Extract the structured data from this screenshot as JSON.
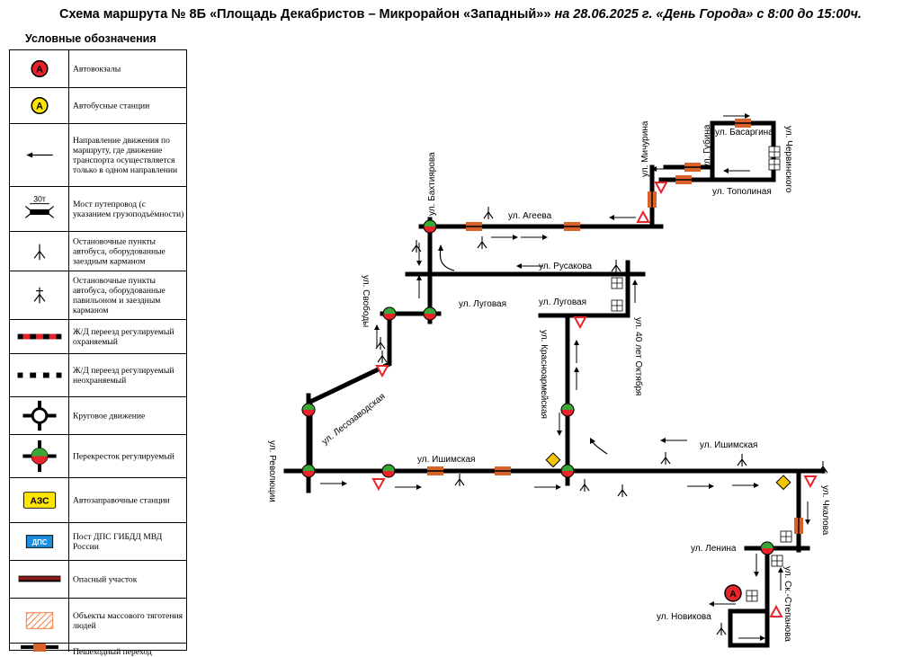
{
  "header": {
    "title_bold": "Схема маршрута № 8Б «Площадь Декабристов – Микрорайон «Западный»»",
    "title_italic": "на 28.06.2025 г. «День Города» с 8:00 до 15:00ч."
  },
  "legend": {
    "heading": "Условные обозначения",
    "items": [
      {
        "key": "bus-terminal",
        "text": "Автовокзалы",
        "glyph": "А",
        "color": "#e8242b"
      },
      {
        "key": "bus-station",
        "text": "Автобусные станции",
        "glyph": "А",
        "color": "#ffe600"
      },
      {
        "key": "one-way",
        "text": "Направление движения по маршруту, где движение транспорта осуществляется только в одном направлении"
      },
      {
        "key": "bridge",
        "text": "Мост путепровод (с указанием грузоподъёмности)",
        "glyph": "30т"
      },
      {
        "key": "stop-pocket",
        "text": "Остановочные пункты автобуса, оборудованные заездным карманом"
      },
      {
        "key": "stop-pavilion",
        "text": "Остановочные пункты автобуса, оборудованные павильоном и заездным карманом"
      },
      {
        "key": "rail-guarded",
        "text": "Ж/Д переезд регулируемый охраняемый",
        "color": "#e8242b"
      },
      {
        "key": "rail-unguarded",
        "text": "Ж/Д переезд регулируемый неохраняемый"
      },
      {
        "key": "roundabout",
        "text": "Круговое движение"
      },
      {
        "key": "signal",
        "text": "Перекресток регулируемый"
      },
      {
        "key": "fuel",
        "text": "Автозаправочные станции",
        "glyph": "АЗС",
        "color": "#ffe600"
      },
      {
        "key": "dps",
        "text": "Пост ДПС ГИБДД МВД России",
        "glyph": "ДПС",
        "color": "#1b8ee0"
      },
      {
        "key": "danger",
        "text": "Опасный участок",
        "color": "#8b1a1a"
      },
      {
        "key": "crowd",
        "text": "Объекты массового тяготения людей",
        "color": "#f47a3c"
      },
      {
        "key": "crosswalk",
        "text": "Пешеходный переход",
        "color": "#d9622b"
      }
    ]
  },
  "map": {
    "colors": {
      "road": "#000000",
      "crosswalk": "#d9622b",
      "yield_sign": "#e8242b",
      "terminal": "#e8242b"
    },
    "terminal_glyph": "А",
    "streets": {
      "mitchurina": "ул. Мичурина",
      "gubina": "ул. Губина",
      "basargina": "ул. Басаргина",
      "chervinskogo": "ул. Червинского",
      "topolinaya": "ул. Тополиная",
      "bakhtiyarova": "ул. Бахтиярова",
      "ageeva": "ул. Агеева",
      "rusakova": "ул. Русакова",
      "svobody": "ул. Свободы",
      "lugovaya_w": "ул. Луговая",
      "lugovaya_e": "ул. Луговая",
      "krasnoarmeyskaya": "ул. Красноармейская",
      "sorok_let": "ул. 40 лет Октября",
      "lesozavodskaya": "ул. Лесозаводская",
      "revolyutsii": "ул. Революции",
      "ishimskaya_w": "ул. Ишимская",
      "ishimskaya_e": "ул. Ишимская",
      "chkalova": "ул. Чкалова",
      "lenina": "ул. Ленина",
      "sk_stepanova": "ул. Ск.-Степанова",
      "novikova": "ул. Новикова"
    }
  }
}
